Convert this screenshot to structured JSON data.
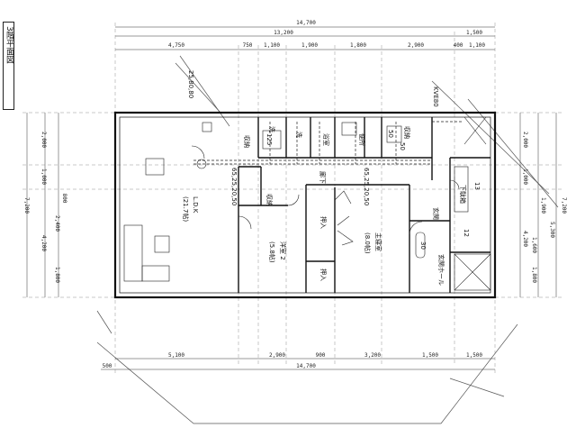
{
  "title": "3階平面図",
  "dims": {
    "top_overall": "14,700",
    "top_sub1": "13,200",
    "top_sub2": "1,500",
    "top_row": [
      "4,750",
      "750",
      "1,100",
      "1,900",
      "1,800",
      "2,900",
      "400",
      "1,100"
    ],
    "bottom_row": [
      "5,100",
      "2,900",
      "900",
      "3,200",
      "1,500",
      "1,500"
    ],
    "bottom_overall": "14,700",
    "bottom_left": "500",
    "left_outer": "7,200",
    "left_col1": [
      "2,000",
      "1,000",
      "4,200"
    ],
    "left_col2": [
      "800",
      "2,400",
      "1,800"
    ],
    "right_outer": "7,200",
    "right_col1": [
      "2,000",
      "1,000",
      "4,200"
    ],
    "right_col2": [
      "1,900",
      "5,300"
    ],
    "right_col3": [
      "1,600",
      "1,800"
    ]
  },
  "rooms": {
    "ldk": "L.D.K",
    "ldk_area": "(21.7帖)",
    "western2": "洋室 2",
    "western2_area": "(5.8帖)",
    "master": "主寝室",
    "master_area": "(8.0帖)",
    "hall": "玄関ホール",
    "corridor": "廊下",
    "entrance": "玄関",
    "closet1": "押入",
    "closet2": "押入",
    "storage": "収納",
    "storage2": "収納",
    "bath": "浴室",
    "wash": "洗",
    "laundry": "洗",
    "toilet": "便所",
    "kitchen_storage": "収納",
    "shoe": "下駄箱"
  },
  "annotations": {
    "kve1": "KVE80",
    "kve2": "25,80,80",
    "pipe1": "65,25,20,50",
    "pipe2": "65,25,20,50",
    "p125": "125",
    "p50": "50",
    "p30": "30",
    "p50b": "50",
    "p12": "12",
    "p13": "13"
  }
}
